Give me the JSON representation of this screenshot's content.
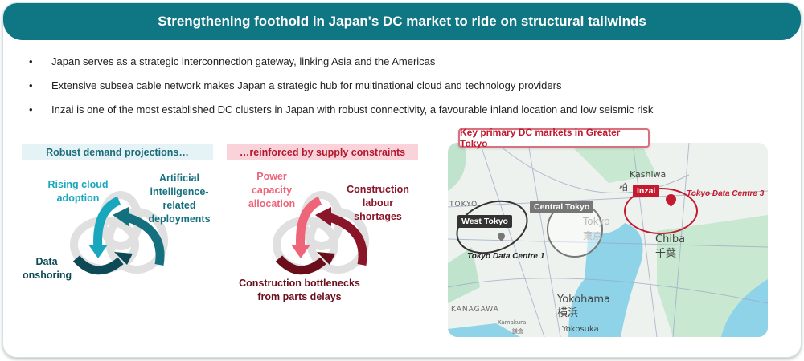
{
  "header": {
    "title": "Strengthening foothold in Japan's DC market to ride on structural tailwinds"
  },
  "bullets": [
    "Japan serves as a strategic interconnection gateway, linking Asia and the Americas",
    "Extensive subsea cable network makes Japan a strategic hub for multinational cloud and technology providers",
    "Inzai is one of the most established DC clusters in Japan with robust connectivity, a favourable inland location and low seismic risk"
  ],
  "demand": {
    "heading": "Robust demand projections…",
    "items": [
      "Rising cloud adoption",
      "Artificial intelligence-related deployments",
      "Data onshoring"
    ],
    "colors": [
      "#18a7bd",
      "#14707f",
      "#0d4a55"
    ]
  },
  "supply": {
    "heading": "…reinforced by supply constraints",
    "items": [
      "Power capacity allocation",
      "Construction labour shortages",
      "Construction bottlenecks from parts delays"
    ],
    "colors": [
      "#ee6579",
      "#8a1428",
      "#6a0e1c"
    ]
  },
  "map": {
    "title": "Key primary DC markets in Greater Tokyo",
    "markets": [
      {
        "name": "West Tokyo",
        "site": "Tokyo Data Centre 1"
      },
      {
        "name": "Central Tokyo"
      },
      {
        "name": "Inzai",
        "site": "Tokyo Data Centre 3"
      }
    ],
    "places": {
      "kashiwa": "Kashiwa",
      "kashiwa_jp": "柏",
      "tokyo": "Tokyo",
      "tokyo_jp": "東京",
      "chiba": "Chiba",
      "chiba_jp": "千葉",
      "yokohama": "Yokohama",
      "yokohama_jp": "横浜",
      "kanagawa": "KANAGAWA",
      "kamakura": "Kamakura",
      "kamakura_jp": "鎌倉",
      "yokosuka": "Yokosuka",
      "tokyo_pref": "TOKYO"
    }
  }
}
